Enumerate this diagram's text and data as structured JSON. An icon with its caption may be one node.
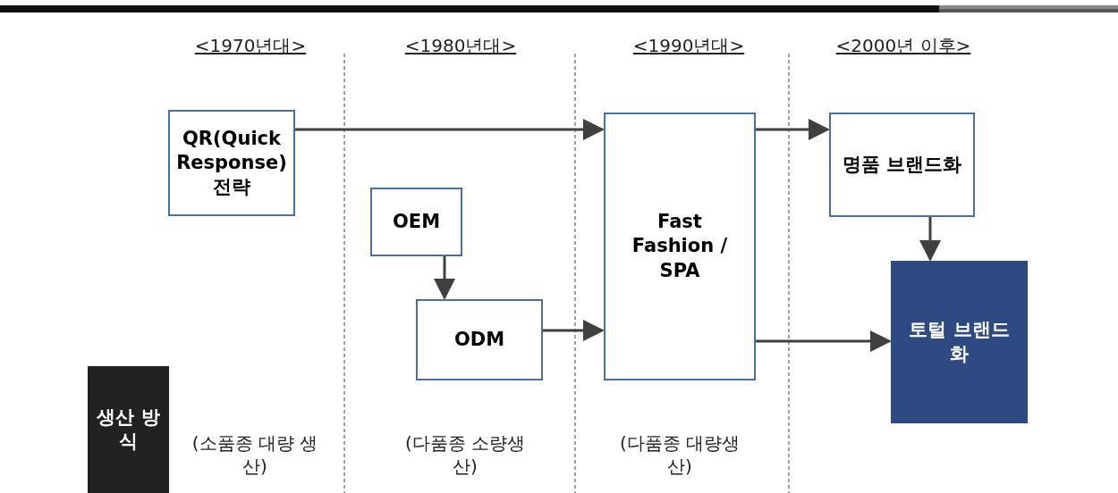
{
  "diagram": {
    "nodes": [
      {
        "text": [
          "QR(Quick Response) 전략"
        ]
      },
      {
        "text": [
          "OEM"
        ]
      },
      {
        "text": [
          "ODM"
        ]
      },
      {
        "text": [
          "Fast Fashion / SPA"
        ]
      },
      {
        "text": [
          "명품 브랜드화"
        ]
      },
      {
        "text": [
          "토털 브랜드화"
        ]
      },
      {
        "text": [
          "생산 방식"
        ]
      }
    ],
    "edges": [
      {
        "from": 0,
        "to": 3,
        "arrow": "to"
      },
      {
        "from": 1,
        "to": 2,
        "arrow": "to"
      },
      {
        "from": 2,
        "to": 3,
        "arrow": "to"
      },
      {
        "from": 3,
        "to": 4,
        "arrow": "to"
      },
      {
        "from": 3,
        "to": 5,
        "arrow": "to"
      },
      {
        "from": 4,
        "to": 5,
        "arrow": "to"
      }
    ],
    "labels": [
      "<1970년대>",
      "<1980년대>",
      "<1990년대>",
      "<2000년 이후>",
      "(소품종 대량 생산)",
      "(다품종 소량생산)",
      "(다품종 대량생산)"
    ]
  }
}
